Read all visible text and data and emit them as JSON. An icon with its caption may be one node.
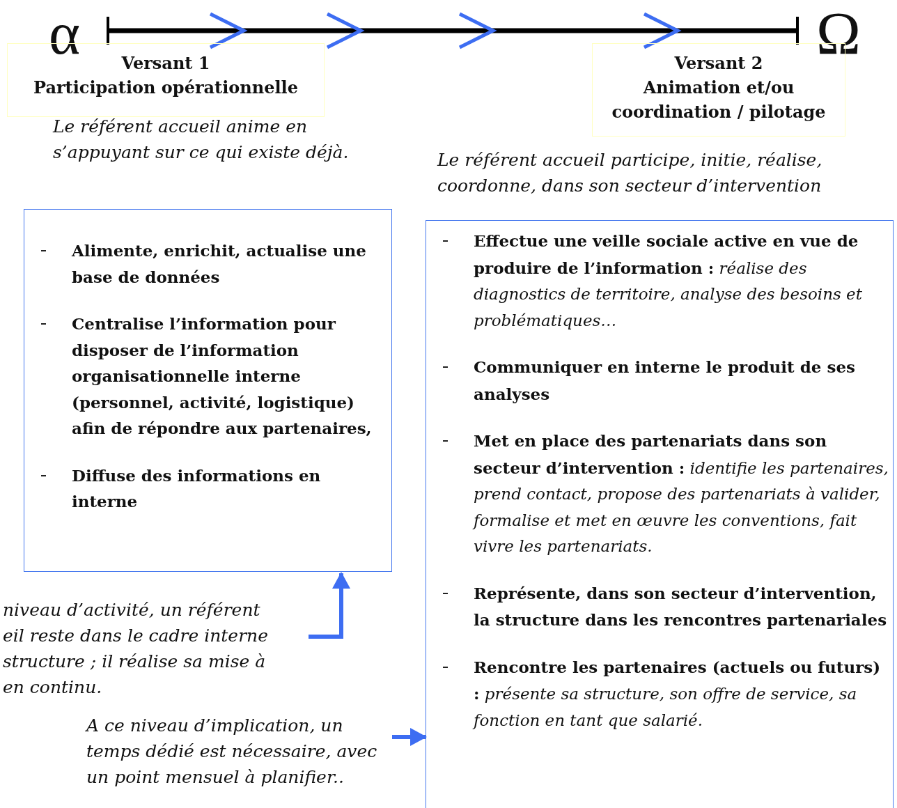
{
  "diagram": {
    "nodes": [
      {
        "text": [
          "α"
        ]
      },
      {
        "text": [
          "Ω"
        ]
      },
      {
        "text": [
          "Versant 1",
          "Participation opérationnelle"
        ]
      },
      {
        "text": [
          "Versant 2",
          "Animation et/ou coordination / pilotage"
        ]
      },
      {
        "text": [
          "Alimente, enrichit, actualise une base de données",
          "Centralise l’information pour disposer de l’information organisationnelle interne (personnel, activité, logistique) afin de répondre aux partenaires,",
          "Diffuse des informations en interne"
        ]
      },
      {
        "text": [
          "**Effectue une veille sociale active en vue de produire de l’information :** *réalise des diagnostics de territoire, analyse des besoins et problématiques…*",
          "**Communiquer en interne le produit de ses analyses**",
          "**Met en place des partenariats dans son secteur d’intervention :** *identifie les partenaires, prend contact, propose des partenariats à valider, formalise et met en œuvre les conventions, fait vivre les partenariats.*",
          "**Représente, dans son secteur d’intervention, la structure dans les rencontres partenariales**",
          "**Rencontre les partenaires (actuels ou futurs) :** *présente sa structure, son offre de service, sa fonction en tant que salarié.*"
        ]
      },
      {
        "text": [
          "niveau d’activité, un référent eil reste dans le cadre interne structure ; il réalise sa mise à en continu."
        ]
      },
      {
        "text": [
          "A ce niveau d’implication, un temps dédié est nécessaire, avec un point mensuel à planifier.."
        ]
      }
    ],
    "edges": [
      {
        "from": 0,
        "to": 1,
        "arrow": "to",
        "color": "#000000"
      },
      {
        "from": 6,
        "to": 4,
        "arrow": "to"
      },
      {
        "from": 7,
        "to": 5,
        "arrow": "to"
      }
    ],
    "labels": [
      "Le référent accueil anime en s’appuyant sur ce qui existe déjà.",
      "Le référent accueil participe, initie, réalise, coordonne, dans son secteur d’intervention"
    ]
  }
}
